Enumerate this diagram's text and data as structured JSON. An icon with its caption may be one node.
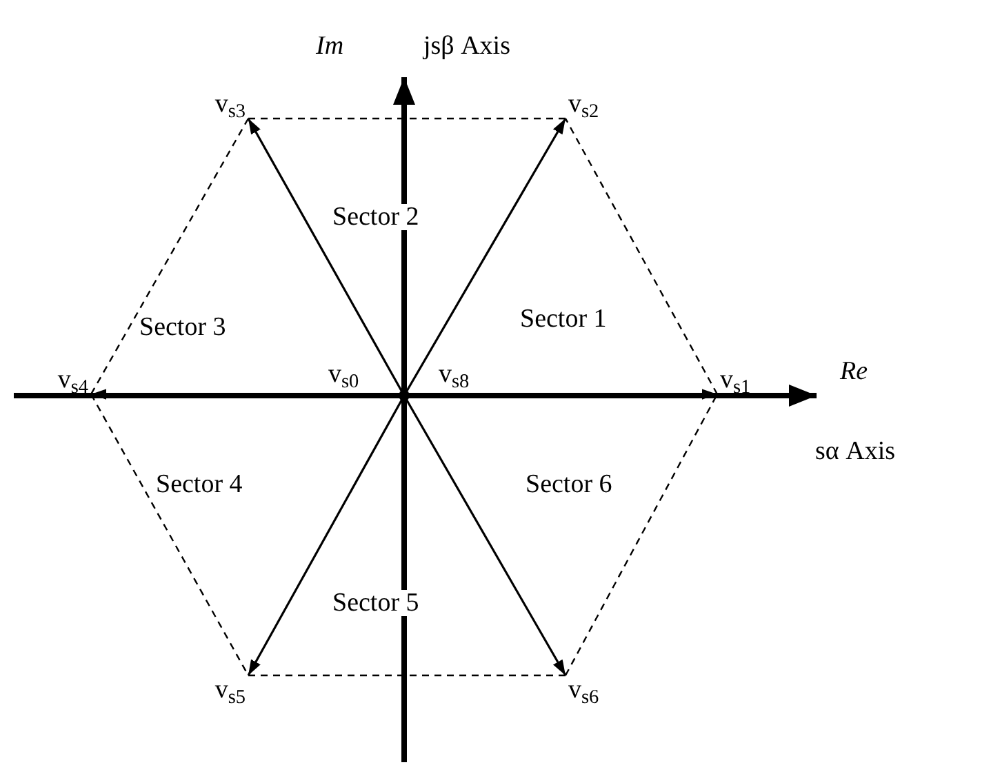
{
  "diagram": {
    "nodes": [
      {
        "text": [],
        "shape": "circle",
        "beside": [
          "v$_{s0}$",
          "v$_{s8}$"
        ]
      },
      {
        "text": [
          "v$_{s1}$"
        ]
      },
      {
        "text": [
          "v$_{s2}$"
        ]
      },
      {
        "text": [
          "v$_{s3}$"
        ]
      },
      {
        "text": [
          "v$_{s4}$"
        ]
      },
      {
        "text": [
          "v$_{s5}$"
        ]
      },
      {
        "text": [
          "v$_{s6}$"
        ]
      }
    ],
    "edges": [
      {
        "from": 0,
        "to": 1,
        "arrow": "to"
      },
      {
        "from": 0,
        "to": 2,
        "arrow": "to"
      },
      {
        "from": 0,
        "to": 3,
        "arrow": "to"
      },
      {
        "from": 0,
        "to": 4,
        "arrow": "to"
      },
      {
        "from": 0,
        "to": 5,
        "arrow": "to"
      },
      {
        "from": 0,
        "to": 6,
        "arrow": "to"
      },
      {
        "from": 1,
        "to": 2,
        "arrow": "none",
        "style": "dashed"
      },
      {
        "from": 2,
        "to": 3,
        "arrow": "none",
        "style": "dashed"
      },
      {
        "from": 3,
        "to": 4,
        "arrow": "none",
        "style": "dashed"
      },
      {
        "from": 4,
        "to": 5,
        "arrow": "none",
        "style": "dashed"
      },
      {
        "from": 5,
        "to": 6,
        "arrow": "none",
        "style": "dashed"
      },
      {
        "from": 6,
        "to": 1,
        "arrow": "none",
        "style": "dashed"
      }
    ],
    "labels": [
      "Im",
      "jsβ Axis",
      "Sector 2",
      "Sector 3",
      "Sector 1",
      "Re",
      "Sector 4",
      "Sector 6",
      "sα Axis",
      "Sector 5"
    ]
  }
}
